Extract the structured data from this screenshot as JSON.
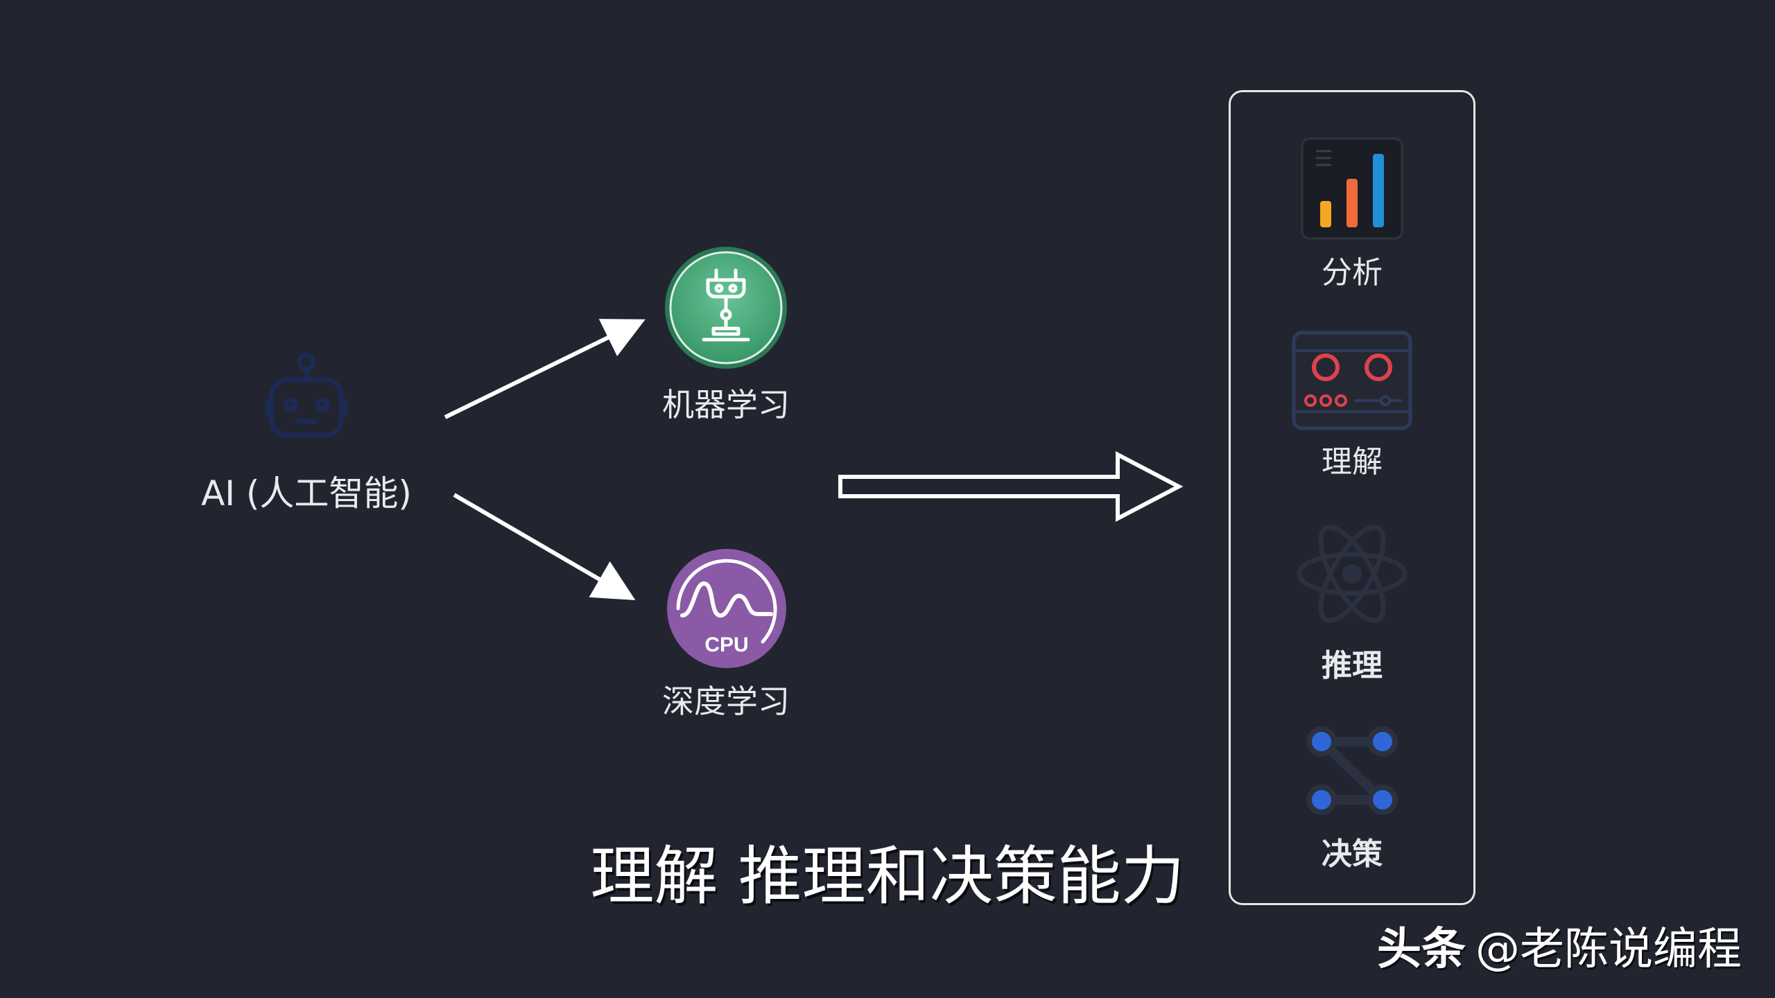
{
  "source": {
    "label": "AI (人工智能)",
    "icon": "robot-icon"
  },
  "branches": [
    {
      "label": "机器学习",
      "icon": "robot-arm-icon"
    },
    {
      "label": "深度学习",
      "icon": "cpu-waveform-icon",
      "icon_text": "CPU"
    }
  ],
  "capabilities": [
    {
      "label": "分析",
      "icon": "bar-chart-icon"
    },
    {
      "label": "理解",
      "icon": "control-panel-icon"
    },
    {
      "label": "推理",
      "icon": "atom-icon"
    },
    {
      "label": "决策",
      "icon": "network-nodes-icon"
    }
  ],
  "caption": "理解 推理和决策能力",
  "watermark": {
    "brand": "头条",
    "handle": "@老陈说编程"
  },
  "colors": {
    "background": "#22252f",
    "robot": "#1c2a55",
    "ml_green": "#3a9a6a",
    "dl_purple": "#8a5aa6",
    "bar_orange": "#f5a623",
    "bar_red_orange": "#ef6b3a",
    "bar_blue": "#1f8fd6",
    "panel_red": "#e0424c",
    "node_blue": "#2f66d9"
  }
}
